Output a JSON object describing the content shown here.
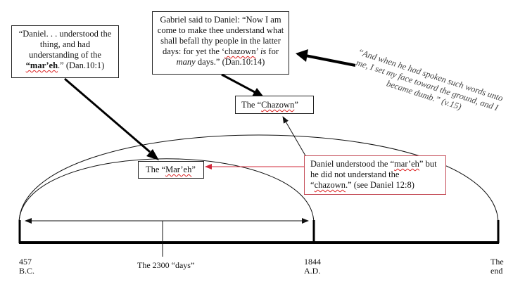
{
  "boxes": {
    "daniel": {
      "line1": "“Daniel. . . understood the thing, and had understanding of the",
      "mareh": "“mar’eh",
      "tail": ".” (Dan.10:1)"
    },
    "gabriel": {
      "line1": "Gabriel said to Daniel: “Now I am come to make thee understand what shall befall thy people in the latter days: for yet the ‘",
      "chazown": "chazown",
      "mid": "’ ",
      "is": "is",
      "for": " for ",
      "many": "many",
      "tail": " days.” (Dan.10:14)"
    },
    "chazown": {
      "pre": "The “",
      "word": "Chazown",
      "post": "”"
    },
    "mareh": {
      "pre": "The “",
      "word": "Mar’eh",
      "post": "”"
    },
    "note": {
      "pre": "Daniel understood the “",
      "word1": "mar’eh",
      "mid": "” but he did not understand the “",
      "word2": "chazown",
      "tail": ".” (see Daniel 12:8)"
    }
  },
  "quote": "“And when he had spoken such words unto me, I set my face toward the ground, and I became dumb.” (v.15)",
  "timeline": {
    "start": {
      "year": "457",
      "era": "B.C."
    },
    "mid": {
      "year": "1844",
      "era": "A.D."
    },
    "end": {
      "line1": "The",
      "line2": "end"
    },
    "span_label": "The 2300 “days”"
  }
}
